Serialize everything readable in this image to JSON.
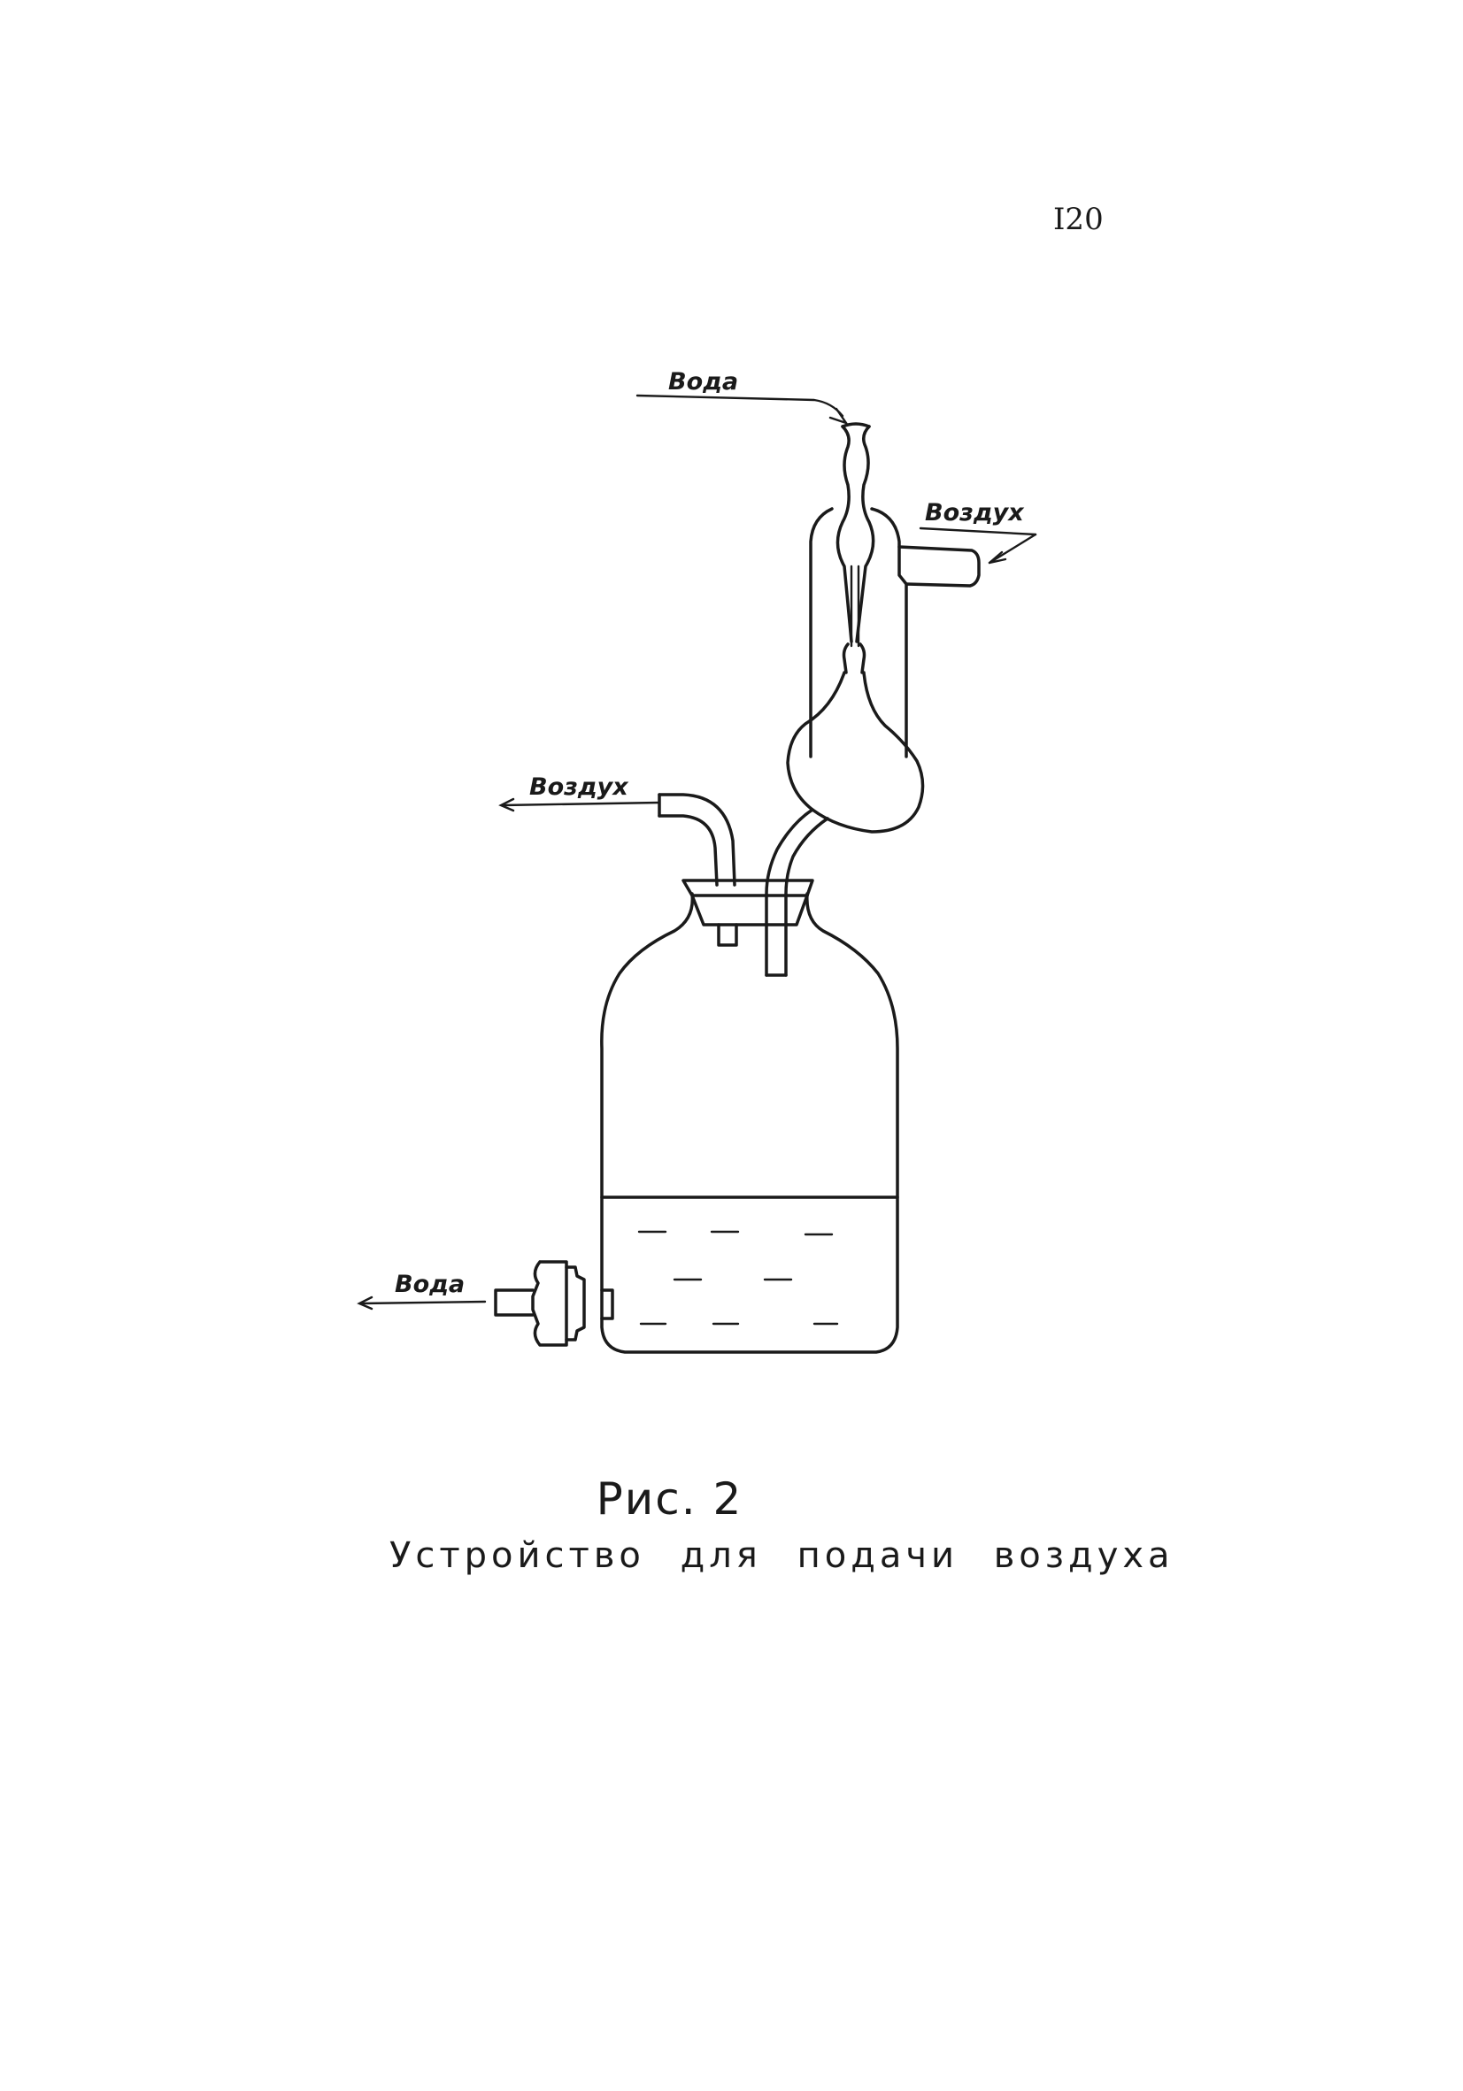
{
  "page": {
    "number": "I20"
  },
  "diagram": {
    "labels": {
      "water_in": "Вода",
      "air_in": "Воздух",
      "air_out": "Воздух",
      "water_out": "Вода"
    }
  },
  "caption": {
    "figure": "Рис. 2",
    "title": "Устройство для подачи воздуха"
  },
  "colors": {
    "ink": "#1a1a1a",
    "paper": "#ffffff"
  }
}
